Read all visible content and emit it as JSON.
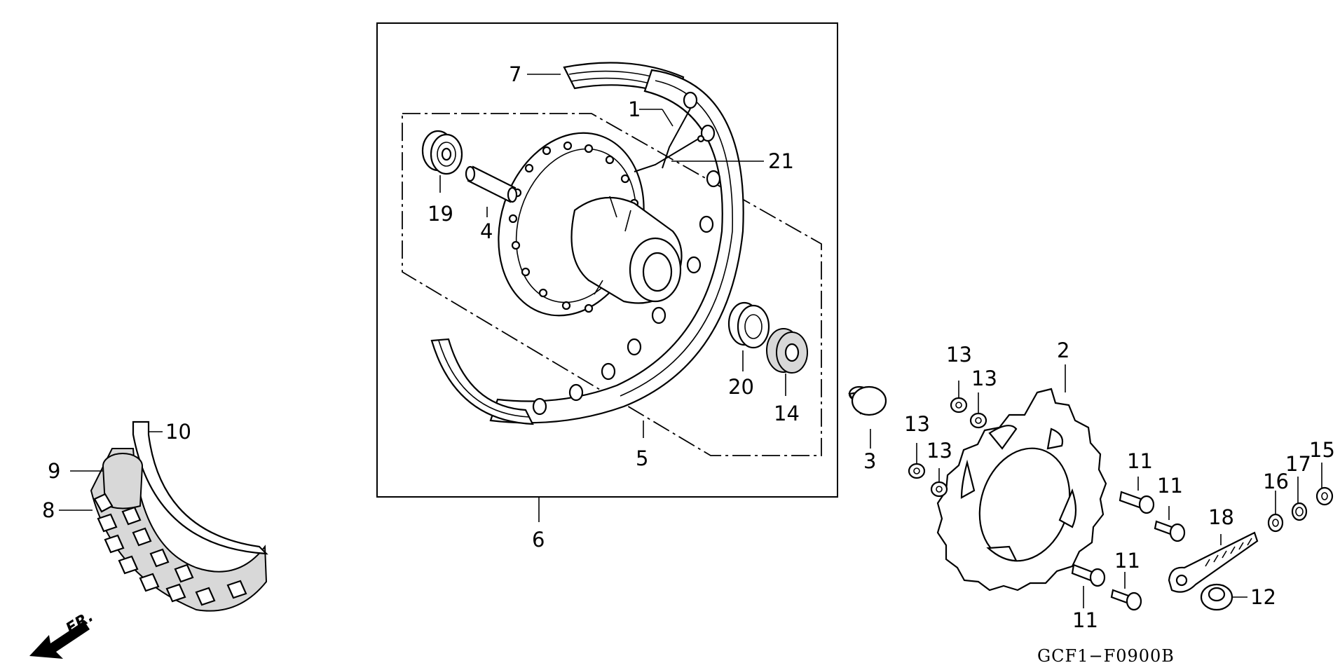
{
  "diagram": {
    "drawing_code": "GCF1−F0900B",
    "direction_label": "FR.",
    "callouts": {
      "c1": "1",
      "c2": "2",
      "c3": "3",
      "c4": "4",
      "c5": "5",
      "c6": "6",
      "c7": "7",
      "c8": "8",
      "c9": "9",
      "c10": "10",
      "c11a": "11",
      "c11b": "11",
      "c11c": "11",
      "c11d": "11",
      "c12": "12",
      "c13a": "13",
      "c13b": "13",
      "c13c": "13",
      "c13d": "13",
      "c14": "14",
      "c15": "15",
      "c16": "16",
      "c17": "17",
      "c18": "18",
      "c19": "19",
      "c20": "20",
      "c21": "21"
    }
  }
}
